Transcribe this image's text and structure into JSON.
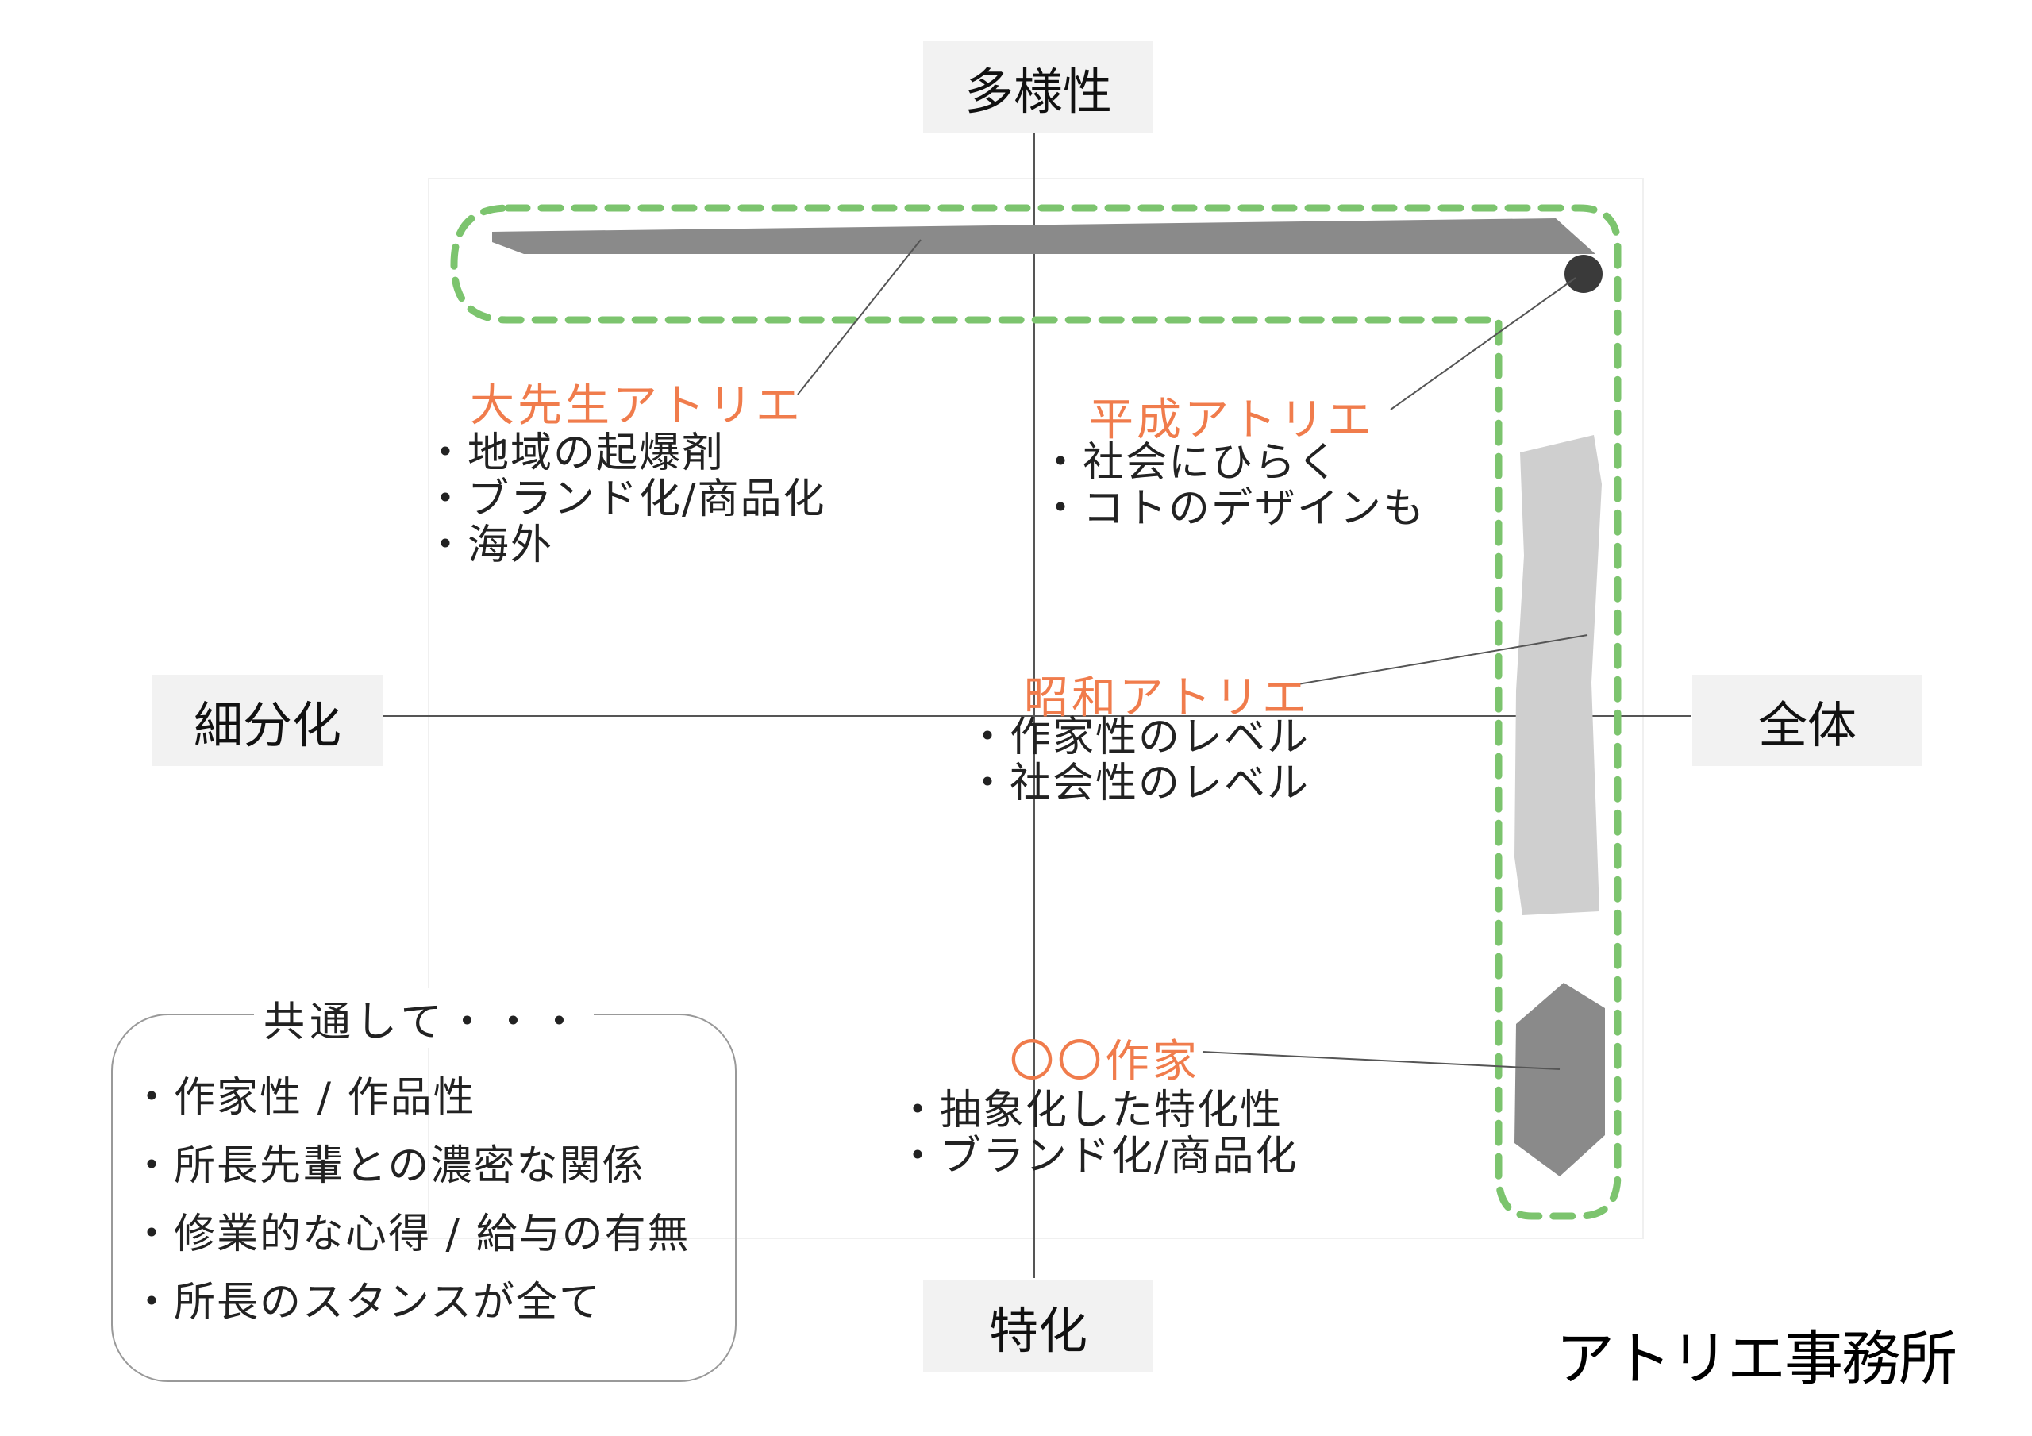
{
  "axes": {
    "top": "多様性",
    "bottom": "特化",
    "left": "細分化",
    "right": "全体"
  },
  "groups": {
    "daisensei": {
      "label": "大先生アトリエ",
      "bullets": [
        "・地域の起爆剤",
        "・ブランド化/商品化",
        "・海外"
      ]
    },
    "heisei": {
      "label": "平成アトリエ",
      "bullets": [
        "・社会にひらく",
        "・コトのデザインも"
      ]
    },
    "showa": {
      "label": "昭和アトリエ",
      "bullets": [
        "・作家性のレベル",
        "・社会性のレベル"
      ]
    },
    "sakka": {
      "label": "〇〇作家",
      "bullets": [
        "・抽象化した特化性",
        "・ブランド化/商品化"
      ]
    }
  },
  "common": {
    "title": "共通して・・・",
    "items": [
      "・作家性 / 作品性",
      "・所長先輩との濃密な関係",
      "・修業的な心得 / 給与の有無",
      "・所長のスタンスが全て"
    ]
  },
  "footer": "アトリエ事務所",
  "colors": {
    "accent_label": "#f07c4c",
    "dashed_outline": "#7cc46e",
    "dark_shape": "#8a8a8a",
    "light_shape": "#cfcfcf",
    "dot": "#3a3a3a",
    "axis_box_bg": "#f2f2f2"
  }
}
